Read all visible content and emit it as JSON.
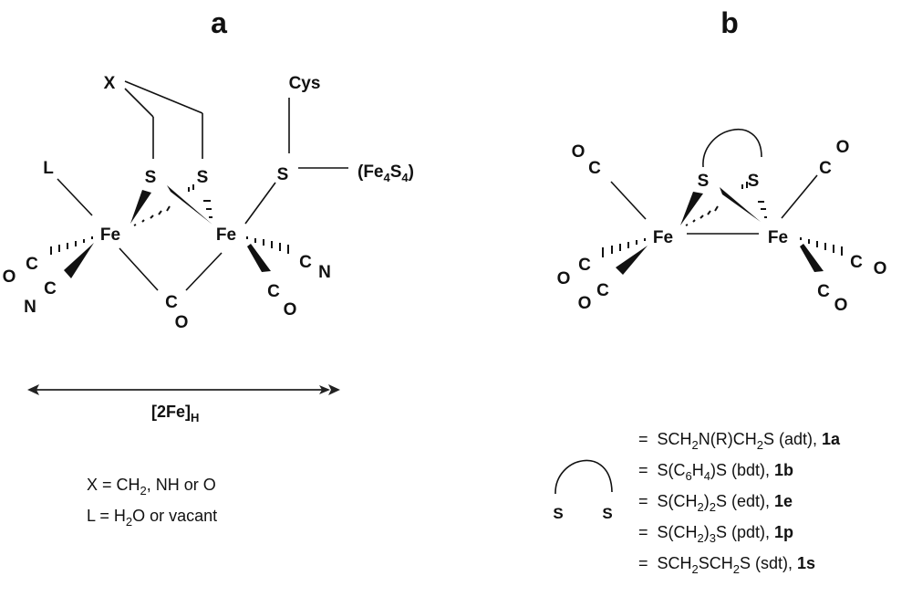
{
  "panels": {
    "a": {
      "title": "a",
      "atoms": {
        "X": "X",
        "Cys": "Cys",
        "L": "L",
        "S1": "S",
        "S2": "S",
        "S3": "S",
        "Fe4S4_open": "(Fe",
        "Fe4S4_sub1": "4",
        "Fe4S4_S": "S",
        "Fe4S4_sub2": "4",
        "Fe4S4_close": ")",
        "Fe1": "Fe",
        "Fe2": "Fe",
        "CO1_O": "O",
        "CO1_C": "C",
        "CN1_N": "N",
        "CN1_C": "C",
        "CObr_C": "C",
        "CObr_O": "O",
        "CO2_C": "C",
        "CO2_O": "O",
        "CN2_C": "C",
        "CN2_N": "N"
      },
      "arrow_label_main": "[2Fe]",
      "arrow_label_sub": "H",
      "legend": {
        "x_def_pre": "X = CH",
        "x_def_sub": "2",
        "x_def_post": ", NH or O",
        "l_def_pre": "L = H",
        "l_def_sub": "2",
        "l_def_post": "O or vacant"
      }
    },
    "b": {
      "title": "b",
      "atoms": {
        "S1": "S",
        "S2": "S",
        "Fe1": "Fe",
        "Fe2": "Fe",
        "OC1_O": "O",
        "OC1_C": "C",
        "OC2_O": "O",
        "OC2_C": "C",
        "OC3_O": "O",
        "OC3_C": "C",
        "CO4_C": "C",
        "CO4_O": "O",
        "CO5_C": "C",
        "CO5_O": "O",
        "CO6_C": "C",
        "CO6_O": "O"
      },
      "key_S_left": "S",
      "key_S_right": "S",
      "ligands": [
        {
          "parts": [
            [
              "=  SCH",
              ""
            ],
            [
              "2",
              "sub"
            ],
            [
              "N(R)CH",
              ""
            ],
            [
              "2",
              "sub"
            ],
            [
              "S (adt), ",
              ""
            ],
            [
              "1a",
              "bold"
            ]
          ]
        },
        {
          "parts": [
            [
              "=  S(C",
              ""
            ],
            [
              "6",
              "sub"
            ],
            [
              "H",
              ""
            ],
            [
              "4",
              "sub"
            ],
            [
              ")S (bdt), ",
              ""
            ],
            [
              "1b",
              "bold"
            ]
          ]
        },
        {
          "parts": [
            [
              "=  S(CH",
              ""
            ],
            [
              "2",
              "sub"
            ],
            [
              ")",
              ""
            ],
            [
              "2",
              "sub"
            ],
            [
              "S (edt), ",
              ""
            ],
            [
              "1e",
              "bold"
            ]
          ]
        },
        {
          "parts": [
            [
              "=  S(CH",
              ""
            ],
            [
              "2",
              "sub"
            ],
            [
              ")",
              ""
            ],
            [
              "3",
              "sub"
            ],
            [
              "S (pdt), ",
              ""
            ],
            [
              "1p",
              "bold"
            ]
          ]
        },
        {
          "parts": [
            [
              "=  SCH",
              ""
            ],
            [
              "2",
              "sub"
            ],
            [
              "SCH",
              ""
            ],
            [
              "2",
              "sub"
            ],
            [
              "S (sdt), ",
              ""
            ],
            [
              "1s",
              "bold"
            ]
          ]
        }
      ]
    }
  }
}
